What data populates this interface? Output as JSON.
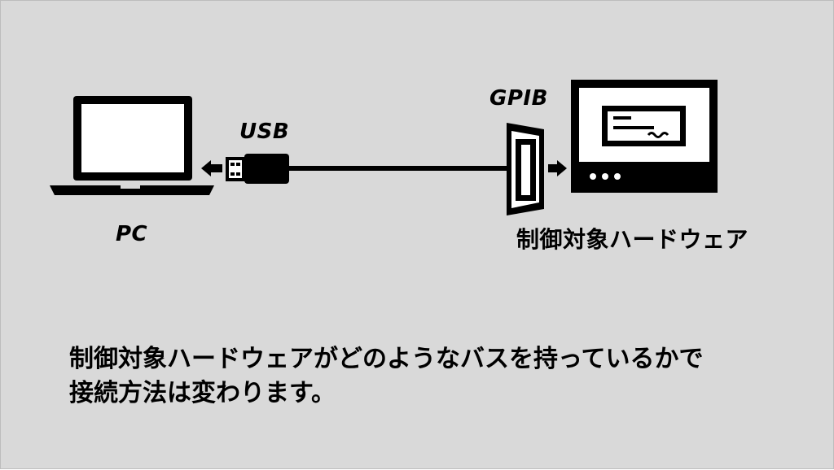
{
  "labels": {
    "pc": "PC",
    "usb": "USB",
    "gpib": "GPIB",
    "hardware": "制御対象ハードウェア"
  },
  "caption": {
    "line1": "制御対象ハードウェアがどのようなバスを持っているかで",
    "line2": "接続方法は変わります。"
  },
  "icons": [
    "laptop-icon",
    "usb-plug-icon",
    "gpib-connector-icon",
    "instrument-icon",
    "arrow-left-icon",
    "arrow-right-icon"
  ],
  "colors": {
    "background": "#d9d9d9",
    "ink": "#000000",
    "screen": "#ffffff"
  }
}
